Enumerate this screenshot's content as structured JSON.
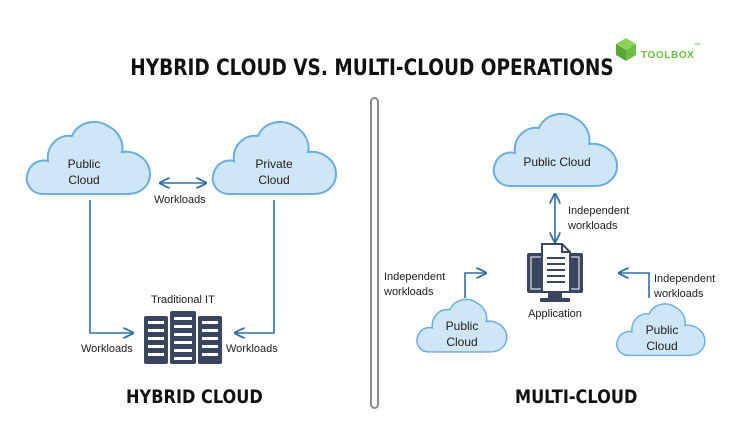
{
  "logo": {
    "text": "TOOLBOX",
    "mark": "™",
    "icon": "cube-icon",
    "color": "#6cbf3f"
  },
  "title": "HYBRID CLOUD VS. MULTI-CLOUD OPERATIONS",
  "hybrid": {
    "heading": "HYBRID CLOUD",
    "public_cloud": [
      "Public",
      "Cloud"
    ],
    "private_cloud": [
      "Private",
      "Cloud"
    ],
    "workloads_middle": "Workloads",
    "traditional_it": "Traditional IT",
    "workloads_left": "Workloads",
    "workloads_right": "Workloads"
  },
  "multi": {
    "heading": "MULTI-CLOUD",
    "top_cloud": "Public Cloud",
    "top_label": [
      "Independent",
      "workloads"
    ],
    "application": "Application",
    "left_label": [
      "Independent",
      "workloads"
    ],
    "right_label": [
      "Independent",
      "workloads"
    ],
    "left_cloud": [
      "Public",
      "Cloud"
    ],
    "right_cloud": [
      "Public",
      "Cloud"
    ]
  },
  "colors": {
    "cloud_fill": "#cfe6f6",
    "cloud_stroke": "#6aaee0",
    "line": "#2f6fa7",
    "server": "#3a4660",
    "divider": "#8a8a8a"
  }
}
